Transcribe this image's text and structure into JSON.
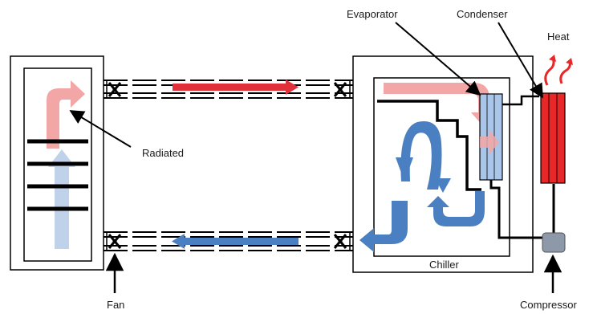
{
  "labels": {
    "radiated": "Radiated",
    "evaporator": "Evaporator",
    "condenser": "Condenser",
    "heat": "Heat",
    "chiller": "Chiller",
    "fan": "Fan",
    "compressor": "Compressor"
  },
  "colors": {
    "hot_air": "#e0303a",
    "hot_air_faded": "#f2a6a6",
    "cold_air": "#4a7fc1",
    "cold_air_faded": "#b9cde8",
    "condenser": "#e82828",
    "evaporator": "#a9c6ea",
    "compressor": "#8d98a8",
    "outline": "#000000"
  }
}
